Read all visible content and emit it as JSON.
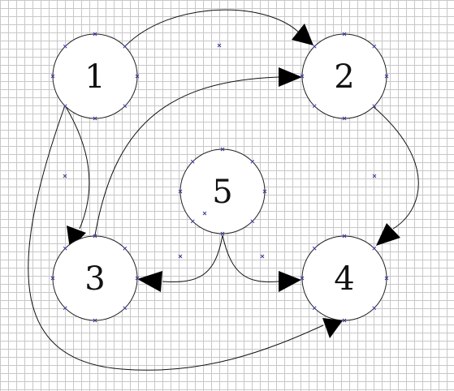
{
  "diagram": {
    "colors": {
      "background": "#ffffff",
      "grid": "#c8c8c8",
      "node_fill": "#ffffff",
      "node_stroke": "#222222",
      "edge": "#111111",
      "arrowhead": "#000000",
      "anchor_marker": "#3a3a9a"
    },
    "nodes": [
      {
        "id": "1",
        "label": "1"
      },
      {
        "id": "2",
        "label": "2"
      },
      {
        "id": "3",
        "label": "3"
      },
      {
        "id": "4",
        "label": "4"
      },
      {
        "id": "5",
        "label": "5"
      }
    ],
    "edges": [
      {
        "from": "1",
        "to": "2"
      },
      {
        "from": "1",
        "to": "3"
      },
      {
        "from": "1",
        "to": "4"
      },
      {
        "from": "3",
        "to": "2"
      },
      {
        "from": "2",
        "to": "4"
      },
      {
        "from": "5",
        "to": "3"
      },
      {
        "from": "5",
        "to": "4"
      }
    ]
  }
}
